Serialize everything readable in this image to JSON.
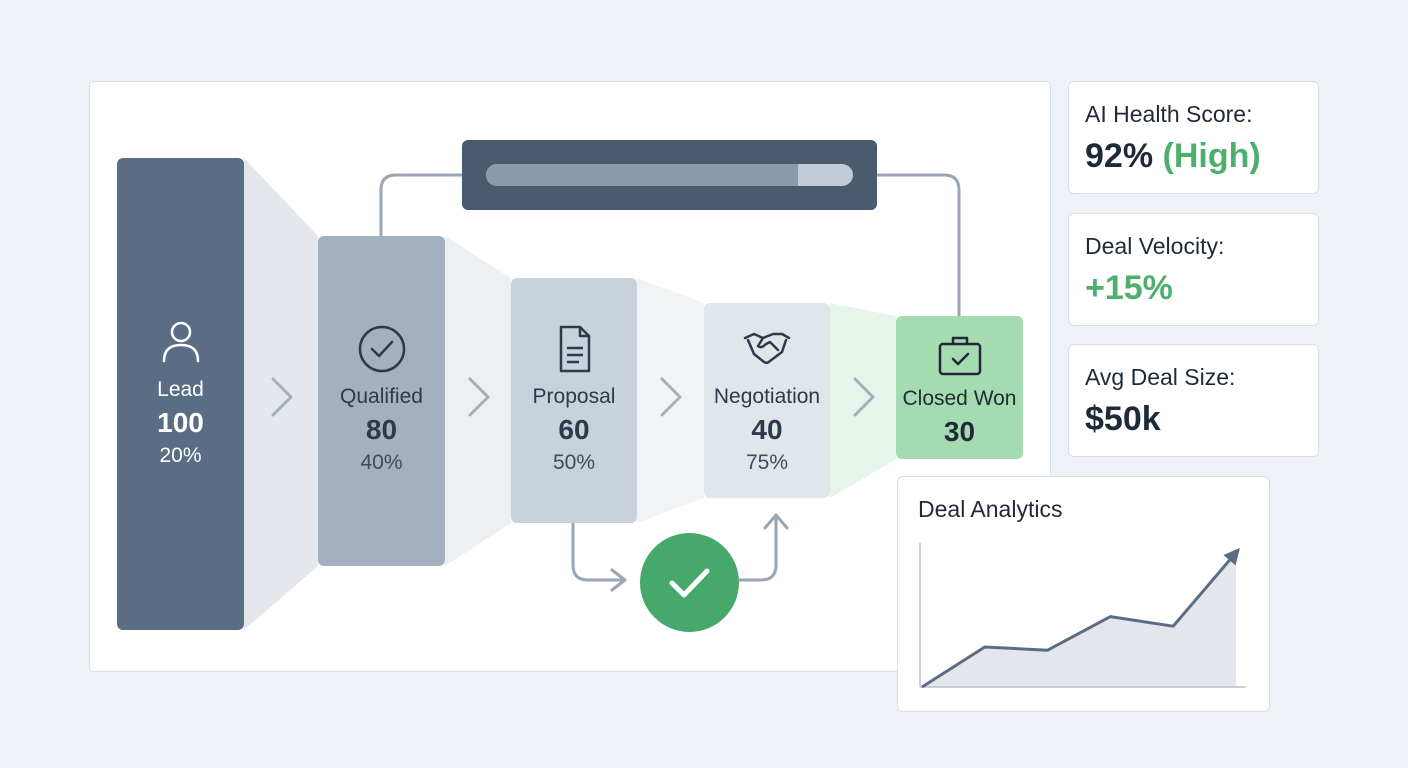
{
  "pipeline": {
    "stages": [
      {
        "label": "Lead",
        "count": "100",
        "percent": "20%",
        "icon": "user-icon"
      },
      {
        "label": "Qualified",
        "count": "80",
        "percent": "40%",
        "icon": "check-circle-icon"
      },
      {
        "label": "Proposal",
        "count": "60",
        "percent": "50%",
        "icon": "document-icon"
      },
      {
        "label": "Negotiation",
        "count": "40",
        "percent": "75%",
        "icon": "handshake-icon"
      },
      {
        "label": "Closed Won",
        "count": "30",
        "icon": "briefcase-check-icon"
      }
    ],
    "progress_fraction": 0.85,
    "approval_icon": "checkmark-icon"
  },
  "kpis": {
    "health": {
      "label": "AI Health Score:",
      "value": "92%",
      "qualifier": "(High)"
    },
    "velocity": {
      "label": "Deal Velocity:",
      "value": "+15%"
    },
    "size": {
      "label": "Avg Deal Size:",
      "value": "$50k"
    }
  },
  "analytics": {
    "title": "Deal Analytics"
  },
  "chart_data": {
    "type": "area",
    "title": "Deal Analytics",
    "x": [
      0,
      1,
      2,
      3,
      4,
      5
    ],
    "values": [
      0,
      25,
      23,
      44,
      38,
      84
    ],
    "ylim": [
      0,
      100
    ],
    "grid": false
  },
  "colors": {
    "lead": "#5a6d85",
    "qualified": "#a3b0bf",
    "proposal": "#c9d1da",
    "negotiation": "#e1e6eb",
    "closed_won": "#a5dbb0",
    "accent_green": "#4caf6e",
    "check_green": "#46a86a",
    "progress_dark": "#4a5b70"
  }
}
